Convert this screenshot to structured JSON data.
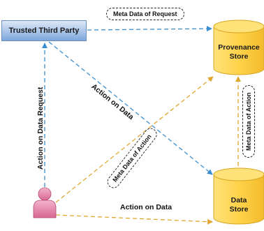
{
  "nodes": {
    "trusted_third_party": "Trusted Third Party",
    "provenance_store": [
      "Provenance",
      "Store"
    ],
    "data_store": [
      "Data",
      "Store"
    ]
  },
  "edges": {
    "meta_data_of_request": "Meta Data of Request",
    "action_on_data_diagonal": "Action on Data",
    "action_on_data_request": "Action on Data Request",
    "meta_data_of_action_diagonal": "Meta Data of Action",
    "meta_data_of_action_vertical": "Meta Data of Action",
    "action_on_data_bottom": "Action on Data"
  },
  "colors": {
    "blue_arrow": "#3b8fd0",
    "orange_arrow": "#e0a830",
    "cylinder_fill": "#ffd75a",
    "cylinder_stroke": "#d6a521",
    "user_fill": "#e48aac"
  }
}
